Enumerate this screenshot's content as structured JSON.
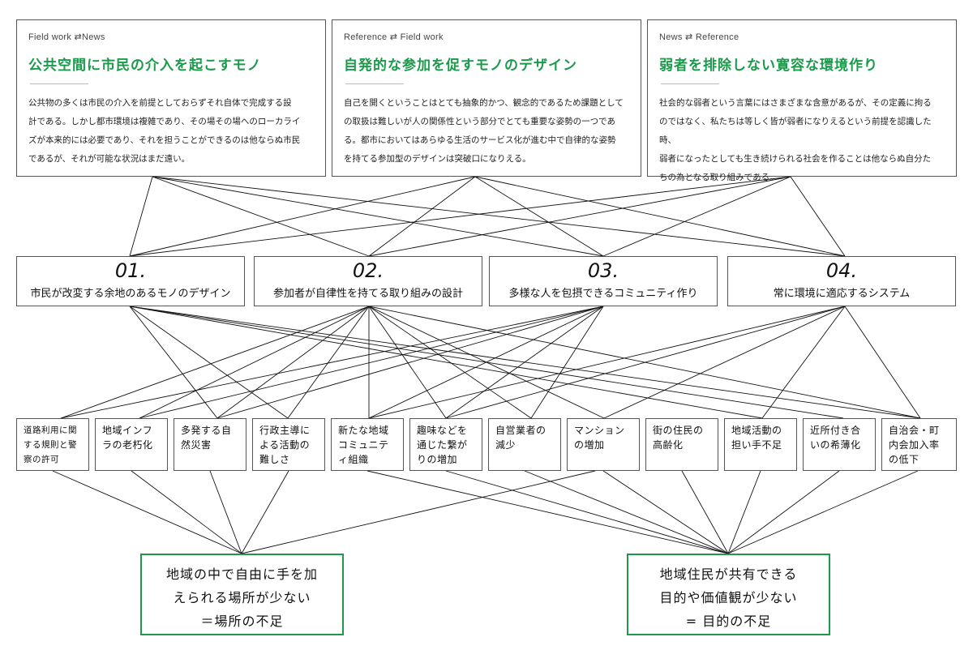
{
  "cards": [
    {
      "tag": "Field work ⇄News",
      "title": "公共空間に市民の介入を起こすモノ",
      "lines": [
        "公共物の多くは市民の介入を前提としておらずそれ自体で完成する設",
        "計である。しかし都市環境は複雑であり、その場その場へのローカライ",
        "ズが本来的には必要であり、それを担うことができるのは他ならぬ市民",
        "であるが、それが可能な状況はまだ遠い。"
      ]
    },
    {
      "tag": "Reference ⇄ Field work",
      "title": "自発的な参加を促すモノのデザイン",
      "lines": [
        "自己を開くということはとても抽象的かつ、観念的であるため課題として",
        "の取扱は難しいが人の関係性という部分でとても重要な姿勢の一つであ",
        "る。都市においてはあらゆる生活のサービス化が進む中で自律的な姿勢",
        "を持てる参加型のデザインは突破口になりえる。"
      ]
    },
    {
      "tag": "News ⇄ Reference",
      "title": "弱者を排除しない寛容な環境作り",
      "lines": [
        "社会的な弱者という言葉にはさまざまな含意があるが、その定義に拘る",
        "のではなく、私たちは等しく皆が弱者になりえるという前提を認識した時、",
        "弱者になったとしても生き続けられる社会を作ることは他ならぬ自分た",
        "ちの為となる取り組みである。"
      ]
    }
  ],
  "concepts": [
    {
      "num": "01.",
      "label": "市民が改変する余地のあるモノのデザイン"
    },
    {
      "num": "02.",
      "label": "参加者が自律性を持てる取り組みの設計"
    },
    {
      "num": "03.",
      "label": "多様な人を包摂できるコミュニティ作り"
    },
    {
      "num": "04.",
      "label": "常に環境に適応するシステム"
    }
  ],
  "issues": [
    {
      "lines": [
        "道路利用に関",
        "する規則と警",
        "察の許可"
      ]
    },
    {
      "lines": [
        "地域インフ",
        "ラの老朽化"
      ]
    },
    {
      "lines": [
        "多発する自",
        "然災害"
      ]
    },
    {
      "lines": [
        "行政主導に",
        "よる活動の",
        "難しさ"
      ]
    },
    {
      "lines": [
        "新たな地域",
        "コミュニテ",
        "ィ組織"
      ]
    },
    {
      "lines": [
        "趣味などを",
        "通じた繋が",
        "りの増加"
      ]
    },
    {
      "lines": [
        "自営業者の",
        "減少"
      ]
    },
    {
      "lines": [
        "マンション",
        "の増加"
      ]
    },
    {
      "lines": [
        "街の住民の",
        "高齢化"
      ]
    },
    {
      "lines": [
        "地域活動の",
        "担い手不足"
      ]
    },
    {
      "lines": [
        "近所付き合",
        "いの希薄化"
      ]
    },
    {
      "lines": [
        "自治会・町",
        "内会加入率",
        "の低下"
      ]
    }
  ],
  "outcomes": [
    {
      "lines": [
        "地域の中で自由に手を加",
        "えられる場所が少ない",
        "＝場所の不足"
      ]
    },
    {
      "lines": [
        "地域住民が共有できる",
        "目的や価値観が少ない",
        "= 目的の不足"
      ]
    }
  ],
  "colors": {
    "accent": "#1a9a4a",
    "line": "#111111",
    "border": "#555555"
  }
}
